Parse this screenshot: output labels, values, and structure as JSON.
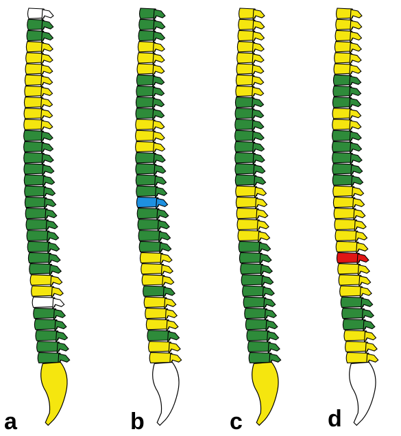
{
  "colors": {
    "green": "#2e8b3a",
    "yellow": "#f5e60f",
    "blue": "#1e90e0",
    "red": "#e01515",
    "white": "#ffffff",
    "outline": "#000000"
  },
  "panels": [
    {
      "label": "a",
      "vertebrae": [
        "white",
        "green",
        "green",
        "yellow",
        "yellow",
        "yellow",
        "yellow",
        "yellow",
        "yellow",
        "yellow",
        "yellow",
        "green",
        "green",
        "green",
        "green",
        "green",
        "green",
        "green",
        "green",
        "green",
        "green",
        "green",
        "green",
        "green",
        "yellow",
        "yellow",
        "white",
        "green",
        "green",
        "green",
        "green",
        "green"
      ],
      "sacrum": "yellow"
    },
    {
      "label": "b",
      "vertebrae": [
        "green",
        "green",
        "green",
        "yellow",
        "yellow",
        "yellow",
        "green",
        "green",
        "green",
        "green",
        "yellow",
        "yellow",
        "yellow",
        "green",
        "green",
        "green",
        "green",
        "blue",
        "green",
        "green",
        "green",
        "green",
        "yellow",
        "yellow",
        "yellow",
        "green",
        "yellow",
        "yellow",
        "yellow",
        "green",
        "yellow",
        "yellow"
      ],
      "sacrum": "white"
    },
    {
      "label": "c",
      "vertebrae": [
        "yellow",
        "yellow",
        "yellow",
        "yellow",
        "yellow",
        "yellow",
        "yellow",
        "yellow",
        "green",
        "green",
        "green",
        "green",
        "green",
        "green",
        "green",
        "green",
        "yellow",
        "yellow",
        "yellow",
        "yellow",
        "yellow",
        "green",
        "green",
        "green",
        "green",
        "green",
        "green",
        "green",
        "green",
        "green",
        "green",
        "green"
      ],
      "sacrum": "yellow"
    },
    {
      "label": "d",
      "vertebrae": [
        "yellow",
        "yellow",
        "yellow",
        "yellow",
        "yellow",
        "yellow",
        "green",
        "green",
        "green",
        "yellow",
        "yellow",
        "green",
        "green",
        "green",
        "green",
        "green",
        "yellow",
        "yellow",
        "yellow",
        "yellow",
        "yellow",
        "yellow",
        "red",
        "yellow",
        "yellow",
        "yellow",
        "green",
        "green",
        "green",
        "yellow",
        "yellow",
        "yellow"
      ],
      "sacrum": "white"
    }
  ]
}
